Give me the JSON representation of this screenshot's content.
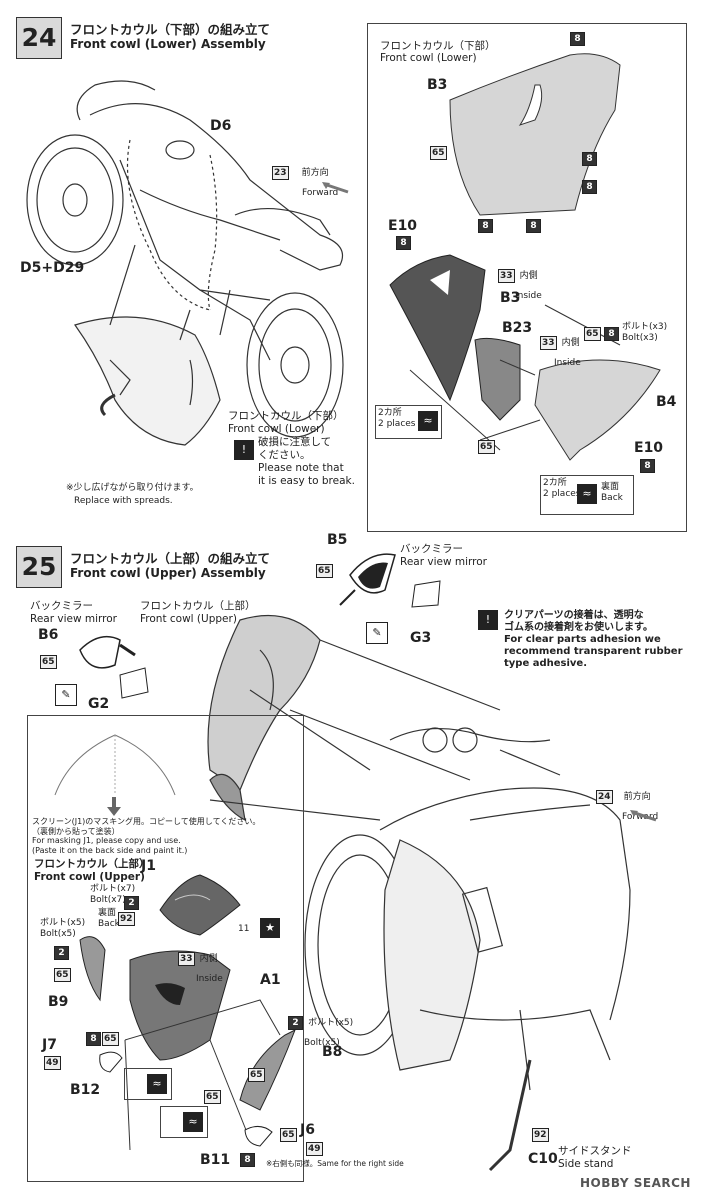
{
  "step24": {
    "number": "24",
    "title_jp": "フロントカウル（下部）の組み立て",
    "title_en": "Front cowl (Lower) Assembly",
    "labels": {
      "d6": "D6",
      "d5d29": "D5+D29",
      "forward_ref": "23",
      "forward_jp": "前方向",
      "forward_en": "Forward",
      "note_jp": "※少し広げながら取り付けます。",
      "note_en": "Replace with spreads.",
      "cowl_jp": "フロントカウル（下部）",
      "cowl_en": "Front cowl (Lower)",
      "break_jp": "破損に注意して",
      "break_jp2": "ください。",
      "break_en1": "Please note that",
      "break_en2": "it is easy to break."
    },
    "panel": {
      "cowl_jp": "フロントカウル（下部）",
      "cowl_en": "Front cowl (Lower)",
      "b3_top": "B3",
      "c65": "65",
      "c8": "8",
      "e10": "E10",
      "c33": "33",
      "inside_jp": "内側",
      "inside_en": "Inside",
      "b3": "B3",
      "b23": "B23",
      "bolt_jp": "ボルト(x3)",
      "bolt_en": "Bolt(x3)",
      "b4": "B4",
      "places_jp": "2カ所",
      "places_en": "2 places",
      "back_jp": "裏面",
      "back_en": "Back"
    }
  },
  "step25": {
    "number": "25",
    "title_jp": "フロントカウル（上部）の組み立て",
    "title_en": "Front cowl (Upper) Assembly",
    "labels": {
      "b5": "B5",
      "c65": "65",
      "mirror_jp": "バックミラー",
      "mirror_en": "Rear view mirror",
      "g3": "G3",
      "cowl_upper_jp": "フロントカウル（上部）",
      "cowl_upper_en": "Front cowl (Upper)",
      "b6": "B6",
      "g2": "G2",
      "clear_jp1": "クリアパーツの接着は、透明な",
      "clear_jp2": "ゴム系の接着剤をお使いします。",
      "clear_en1": "For clear parts adhesion we",
      "clear_en2": "recommend transparent rubber",
      "clear_en3": "type adhesive.",
      "forward_ref": "24",
      "forward_jp": "前方向",
      "forward_en": "Forward",
      "mask_jp1": "スクリーン(J1)のマスキング用。コピーして使用してください。",
      "mask_jp2": "（裏側から貼って塗装）",
      "mask_en1": "For masking J1, please copy and use.",
      "mask_en2": "(Paste it on the back side and paint it.)",
      "j1": "J1",
      "bolt7_jp": "ボルト(x7)",
      "bolt7_en": "Bolt(x7)",
      "back_jp": "裏面",
      "back_en": "Back",
      "c2": "2",
      "c92": "92",
      "c11": "11",
      "bolt5_jp": "ボルト(x5)",
      "bolt5_en": "Bolt(x5)",
      "b9": "B9",
      "c33": "33",
      "inside_jp": "内側",
      "inside_en": "Inside",
      "a1": "A1",
      "b8": "B8",
      "j7": "J7",
      "c8": "8",
      "c49": "49",
      "b12": "B12",
      "b11": "B11",
      "j6": "J6",
      "right_note": "※右側も同様。Same for the right side",
      "side_stand_jp": "サイドスタンド",
      "side_stand_en": "Side stand",
      "c10": "C10"
    }
  },
  "watermark": "HOBBY SEARCH",
  "colors": {
    "panel_fill": "#d6d6d6",
    "dark_part": "#555555",
    "ink": "#222222"
  }
}
